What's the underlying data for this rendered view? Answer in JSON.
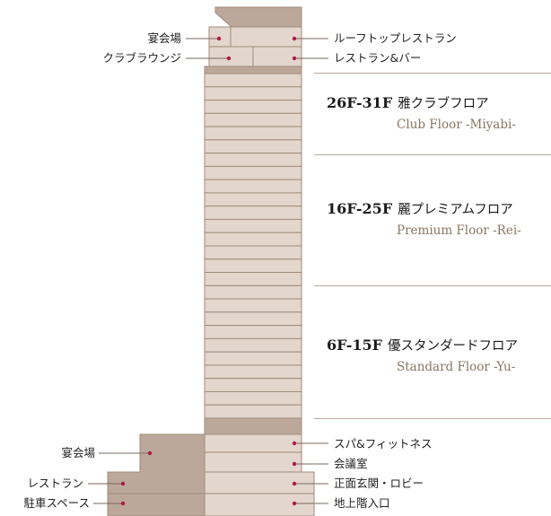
{
  "left_labels": [
    {
      "id": "banquet-top",
      "text": "宴会場"
    },
    {
      "id": "club-lounge",
      "text": "クラブラウンジ"
    },
    {
      "id": "banquet-bottom",
      "text": "宴会場"
    },
    {
      "id": "restaurant-bottom",
      "text": "レストラン"
    },
    {
      "id": "parking",
      "text": "駐車スペース"
    }
  ],
  "right_labels": [
    {
      "id": "rooftop-restaurant",
      "text": "ルーフトップレストラン"
    },
    {
      "id": "restaurant-bar",
      "text": "レストラン&バー"
    },
    {
      "id": "spa-fitness",
      "text": "スパ&フィットネス"
    },
    {
      "id": "conference",
      "text": "会議室"
    },
    {
      "id": "lobby",
      "text": "正面玄関・ロビー"
    },
    {
      "id": "entrance",
      "text": "地上階入口"
    }
  ],
  "floors": [
    {
      "range": "26F-31F",
      "jp": "雅クラブフロア",
      "en": "Club Floor -Miyabi-"
    },
    {
      "range": "16F-25F",
      "jp": "麗プレミアムフロア",
      "en": "Premium Floor -Rei-"
    },
    {
      "range": "6F-15F",
      "jp": "優スタンダードフロア",
      "en": "Standard Floor -Yu-"
    }
  ],
  "colors": {
    "tower_fill": "#e3d6cc",
    "tower_stroke": "#a08c7c",
    "dark_fill": "#bca89a",
    "dot": "#b0184a",
    "line": "#7a6a5e"
  }
}
